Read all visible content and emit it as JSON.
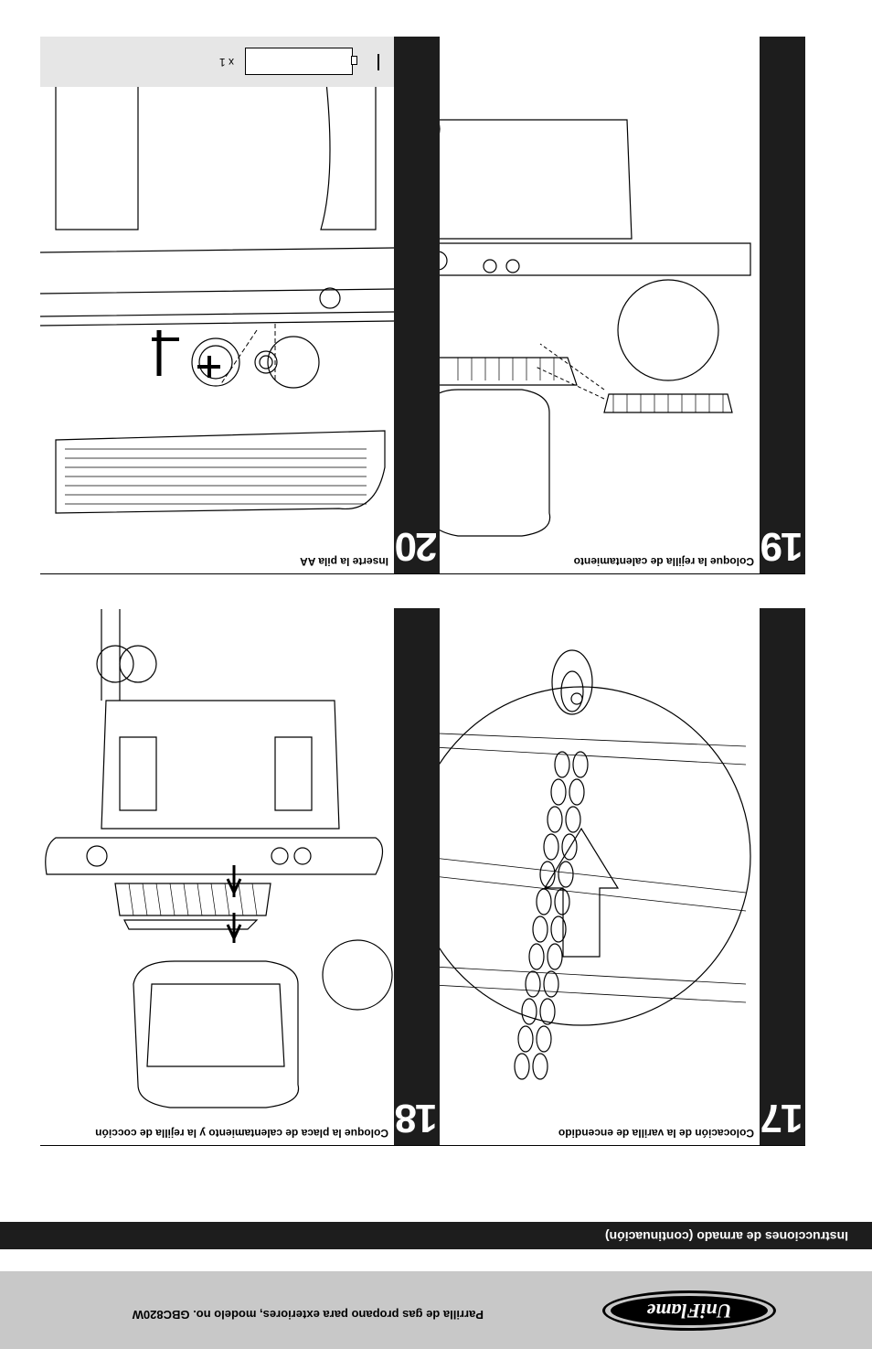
{
  "header": {
    "brand_logo": "UniFlame",
    "doc_title": "Parrilla de gas propano para exteriores, modelo no. GBC820W"
  },
  "section": {
    "title": "Instrucciones de armado (continuación)"
  },
  "steps": [
    {
      "number": "17",
      "caption": "Colocación de la varilla de encendido"
    },
    {
      "number": "18",
      "caption": "Coloque la placa de calentamiento y la rejilla de cocción"
    },
    {
      "number": "19",
      "caption": "Coloque la rejilla de calentamiento"
    },
    {
      "number": "20",
      "caption": "Inserte la pila AA"
    }
  ],
  "parts": {
    "battery_qty": "x 1"
  },
  "colors": {
    "dark_bar": "#1d1d1d",
    "header_gray": "#c8c8c8",
    "parts_gray": "#e6e6e6"
  }
}
